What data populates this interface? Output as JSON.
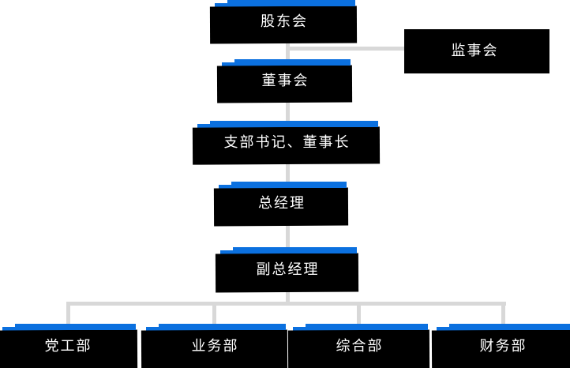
{
  "palette": {
    "node_fill": "#0b70df",
    "node_shadow": "#000000",
    "node_text": "#ffffff",
    "connector": "#d8d8d8",
    "background": "#ffffff"
  },
  "org_chart": {
    "type": "org-tree",
    "nodes": [
      {
        "id": "shareholders-meeting",
        "label": "股东会"
      },
      {
        "id": "supervisory-board",
        "label": "监事会"
      },
      {
        "id": "board-of-directors",
        "label": "董事会"
      },
      {
        "id": "branch-secretary-chairman",
        "label": "支部书记、董事长"
      },
      {
        "id": "general-manager",
        "label": "总经理"
      },
      {
        "id": "deputy-general-manager",
        "label": "副总经理"
      },
      {
        "id": "party-work-department",
        "label": "党工部"
      },
      {
        "id": "business-department",
        "label": "业务部"
      },
      {
        "id": "general-affairs-department",
        "label": "综合部"
      },
      {
        "id": "finance-department",
        "label": "财务部"
      }
    ],
    "edges": [
      {
        "from": "shareholders-meeting",
        "to": "supervisory-board"
      },
      {
        "from": "shareholders-meeting",
        "to": "board-of-directors"
      },
      {
        "from": "board-of-directors",
        "to": "branch-secretary-chairman"
      },
      {
        "from": "branch-secretary-chairman",
        "to": "general-manager"
      },
      {
        "from": "general-manager",
        "to": "deputy-general-manager"
      },
      {
        "from": "deputy-general-manager",
        "to": "party-work-department"
      },
      {
        "from": "deputy-general-manager",
        "to": "business-department"
      },
      {
        "from": "deputy-general-manager",
        "to": "general-affairs-department"
      },
      {
        "from": "deputy-general-manager",
        "to": "finance-department"
      }
    ]
  }
}
